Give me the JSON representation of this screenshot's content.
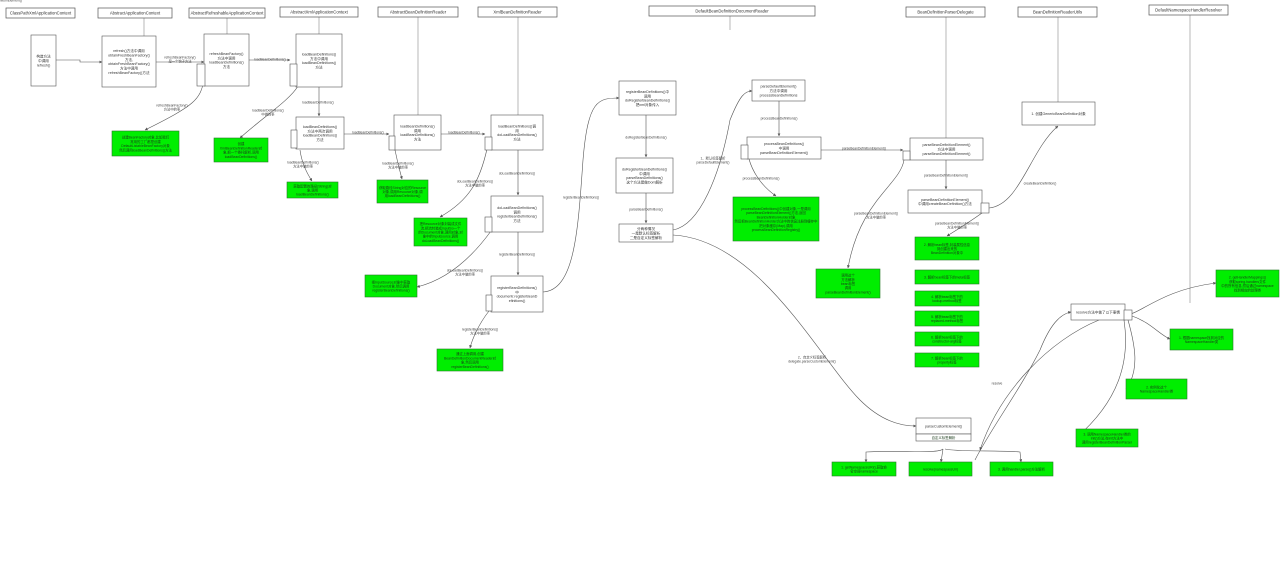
{
  "lifelines": [
    {
      "id": "L1",
      "label": "ClassPathXmlApplicationContext"
    },
    {
      "id": "L2",
      "label": "AbstractApplicationContext"
    },
    {
      "id": "L3",
      "label": "AbstractRefreshableApplicationContext"
    },
    {
      "id": "L4",
      "label": "AbstractXmlApplicationContext"
    },
    {
      "id": "L5",
      "label": "AbstractBeanDefinitionReader"
    },
    {
      "id": "L6",
      "label": "XmlBeanDefinitionReader"
    },
    {
      "id": "L7",
      "label": "DefaultBeanDefinitionDocumentReader"
    },
    {
      "id": "L8",
      "label": "BeanDefinitionParserDelegate"
    },
    {
      "id": "L9",
      "label": "BeanDefinitionReaderUtils"
    },
    {
      "id": "L10",
      "label": "DefaultNamespaceHandlerResolver"
    }
  ],
  "processes": [
    {
      "id": "P1",
      "lines": [
        "构造方法",
        "中调用",
        "refresh()"
      ]
    },
    {
      "id": "P2",
      "lines": [
        "refresh()方法中调用",
        "obtainFreshBeanFactory()",
        "方法,",
        "obtainFreshBeanFactory()",
        "方法中调用",
        "refreshBeanFactory()方法"
      ]
    },
    {
      "id": "P3",
      "lines": [
        "refreshBeanFactory()",
        "方法中调用",
        "loadBeanDefinitions()",
        "方法"
      ]
    },
    {
      "id": "P4",
      "lines": [
        "loadBeanDefinitions()",
        "方法中调用",
        "loadBeanDefinitions()",
        "方法"
      ]
    },
    {
      "id": "P5",
      "lines": [
        "loadBeanDefinitions()",
        "方法中两次调用",
        "loadBeanDefinitions()",
        "方法"
      ]
    },
    {
      "id": "P6",
      "lines": [
        "loadBeanDefinitions()",
        "调用",
        "loadBeanDefinitions()",
        "方法"
      ]
    },
    {
      "id": "P7",
      "lines": [
        "loadBeanDefinitions()调",
        "用",
        "doLoadBeanDefinitions()",
        "方法"
      ]
    },
    {
      "id": "P8",
      "lines": [
        "doLoadBeanDefinitions()",
        "调用",
        "registerBeanDefinitions()",
        "方法"
      ]
    },
    {
      "id": "P9",
      "lines": [
        "registerBeanDefinitions()",
        "中",
        "documentr.registerBeanD",
        "efinitions()"
      ]
    },
    {
      "id": "P10",
      "lines": [
        "registerBeanDefinitions()中",
        "调用",
        "doRegisterBeanDefinitions()",
        "把xml对象传入"
      ]
    },
    {
      "id": "P11",
      "lines": [
        "doRegisterBeanDefinitions()",
        "中调用",
        "parseBeanDefinitions()",
        "这个方法是做Dom解析"
      ]
    },
    {
      "id": "P12",
      "lines": [
        "分两种情况",
        "一是默认标签解析",
        "二是自定义标签解析"
      ]
    },
    {
      "id": "P13",
      "lines": [
        "parseDefaultElement()",
        "方法中调用",
        "processBeanDefinitions"
      ]
    },
    {
      "id": "P14",
      "lines": [
        "processBeanDefinitions()",
        "中调用",
        "parseBeanDefinitionElement()"
      ]
    },
    {
      "id": "P15",
      "lines": [
        "parseBeanDefinitionElement()",
        "方法中调用",
        "parseBeanDefinitionElement()"
      ]
    },
    {
      "id": "P16",
      "lines": [
        "parseBeanDefinitionElement()",
        "中调用createBeanDefinition()方法"
      ]
    },
    {
      "id": "P17",
      "lines": [
        "1. 创建GenericBeanDefinition对象"
      ]
    },
    {
      "id": "P18",
      "lines": [
        "resolve方法中做了以下事情"
      ]
    },
    {
      "id": "P19",
      "lines": [
        "parseCustomElement()"
      ]
    }
  ],
  "notes": [
    {
      "id": "N1",
      "lines": [
        "创建BeanFactory对象,比如我们",
        "常用的工厂都是创建",
        "DefaultListableBeanFactory对象",
        "然后调用loadBeanDefinitions()方法"
      ]
    },
    {
      "id": "N2",
      "lines": [
        "创建",
        "XmlBeanDefinitionReader对",
        "象,把一个委托解析,调用",
        "loadBeanDefinitions()"
      ]
    },
    {
      "id": "N3",
      "lines": [
        "获取配置的路径(String)对",
        "象,调用",
        "loadBeanDefinitions()"
      ]
    },
    {
      "id": "N4",
      "lines": [
        "获取路径String对应的Resource",
        "对象,调用Resource对象,调",
        "用loadBeanDefinitions()"
      ]
    },
    {
      "id": "N5",
      "lines": [
        "把Resource对象封装成文件",
        "流,把流封装成InputSo一个",
        "的Document对象,调用对象,对",
        "象中的Inputsource,调用",
        "doLoadBeanDefinitions()"
      ]
    },
    {
      "id": "N6",
      "lines": [
        "把InputSource对象中获取",
        "Document对象,然后调用",
        "registerBeanDefinitions()"
      ]
    },
    {
      "id": "N7",
      "lines": [
        "通过上面调用,创建",
        "BeanDefinitionDocumentReader对",
        "象,然后调用",
        "registerBeanDefinitions()"
      ]
    },
    {
      "id": "N8",
      "lines": [
        "processBeanDefinitions()中创建对象,一是调用",
        "parseBeanDefinitionElement()方法,返回",
        "BeanDefinitionHolder对象",
        "然后把BeanDefinitionHolder方法中的信息注册到缓存中",
        "把对象缓存(Map),调用",
        "processBeanDefinitionRegistry()"
      ]
    },
    {
      "id": "N9",
      "lines": [
        "调用这个",
        "方法解析",
        "bean标签",
        "调用",
        "parseBeanDefinitionElement()"
      ]
    },
    {
      "id": "N10",
      "lines": [
        "2. 解析bean标签,封装属性信息",
        "到创建出来的",
        "BeanDefinition对象中"
      ]
    },
    {
      "id": "N11",
      "lines": [
        "3. 解析bean标签下的meta标签"
      ]
    },
    {
      "id": "N12",
      "lines": [
        "4. 解析bean标签下的",
        "lookup-method标签"
      ]
    },
    {
      "id": "N13",
      "lines": [
        "5. 解析bean标签下的",
        "replaced-method标签"
      ]
    },
    {
      "id": "N14",
      "lines": [
        "6. 解析bean标签下的",
        "constructor-arg标签"
      ]
    },
    {
      "id": "N15",
      "lines": [
        "7. 解析bean标签下的",
        "property标签"
      ]
    },
    {
      "id": "N16",
      "lines": [
        "2. getHandlerMappings()",
        "获取spring.handlers文件",
        "中的所有信息,然后通过namespace",
        "找到相应的处理类"
      ]
    },
    {
      "id": "N17",
      "lines": [
        "1. 根据namespace找到对应的",
        "NamespaceHandler类"
      ]
    },
    {
      "id": "N18",
      "lines": [
        "2. 实例化这个",
        "NamespaceHandler类"
      ]
    },
    {
      "id": "N19",
      "lines": [
        "3. 调用NamespaceHandler类的",
        "init()方法,在init方法中",
        "调用registerBeanDefinitionParser"
      ]
    },
    {
      "id": "N20",
      "lines": [
        "1. getNamespaceURI(),获取命",
        "名空间namespace"
      ]
    },
    {
      "id": "N21",
      "lines": [
        "resolve(namespaceUri)"
      ]
    },
    {
      "id": "N22",
      "lines": [
        "3. 调用handler.parse()方法解析"
      ]
    },
    {
      "id": "N23",
      "lines": [
        "自定义标签解析"
      ]
    }
  ],
  "edges": [
    {
      "id": "E1",
      "label": ""
    },
    {
      "id": "E2",
      "label": "refreshBeanFactory()\n是一个钩子方法"
    },
    {
      "id": "E3",
      "label": "loadBeanDefinitions()"
    },
    {
      "id": "E4",
      "label": "loadBeanDefinitions()"
    },
    {
      "id": "E5",
      "label": "loadBeanDefinitions()"
    },
    {
      "id": "E6",
      "label": "loadBeanDefinitions()"
    },
    {
      "id": "E7",
      "label": "doLoadBeanDefinitions()"
    },
    {
      "id": "E8",
      "label": "registerBeanDefinitions()"
    },
    {
      "id": "E9",
      "label": "registerBeanDefinitions()"
    },
    {
      "id": "E10",
      "label": "doRegisterBeanDefinitions()"
    },
    {
      "id": "E11",
      "label": "parseBeanDefinitions()"
    },
    {
      "id": "E12",
      "label": "1、默认标签解析\nparseDefaultElement()"
    },
    {
      "id": "E13",
      "label": "processBeanDefinitions()"
    },
    {
      "id": "E14",
      "label": "parseBeanDefinitionElement()"
    },
    {
      "id": "E15",
      "label": "parseBeanDefinitionElement()"
    },
    {
      "id": "E16",
      "label": "createBeanDefinition()"
    },
    {
      "id": "E17",
      "label": "2、自定义标签解析\ndelegate.parseCustomElement()"
    },
    {
      "id": "E18",
      "label": "resolve"
    },
    {
      "id": "E19",
      "label": "refreshBeanFactory()\n方法中的事"
    },
    {
      "id": "E20",
      "label": "loadBeanDefinitions()\n中做的事"
    },
    {
      "id": "E21",
      "label": "loadBeanDefinitions()\n方法中做的事"
    },
    {
      "id": "E22",
      "label": "loadBeanDefinitions()\n方法中做的事"
    },
    {
      "id": "E23",
      "label": "doLoadBeanDefinitions()\n方法中做的事"
    },
    {
      "id": "E24",
      "label": "doLoadBeanDefinitions()\n方法中做的事"
    },
    {
      "id": "E25",
      "label": "registerBeanDefinitions()\n方法中做的事"
    },
    {
      "id": "E26",
      "label": "processBeanDefinitions()"
    },
    {
      "id": "E27",
      "label": "parseBeanDefinitionElement()\n方法中做的事"
    },
    {
      "id": "E28",
      "label": "parseBeanDefinitionElement()\n方法中做的事"
    },
    {
      "id": "E29",
      "label": "parseBeanDefinitionElement()"
    }
  ]
}
